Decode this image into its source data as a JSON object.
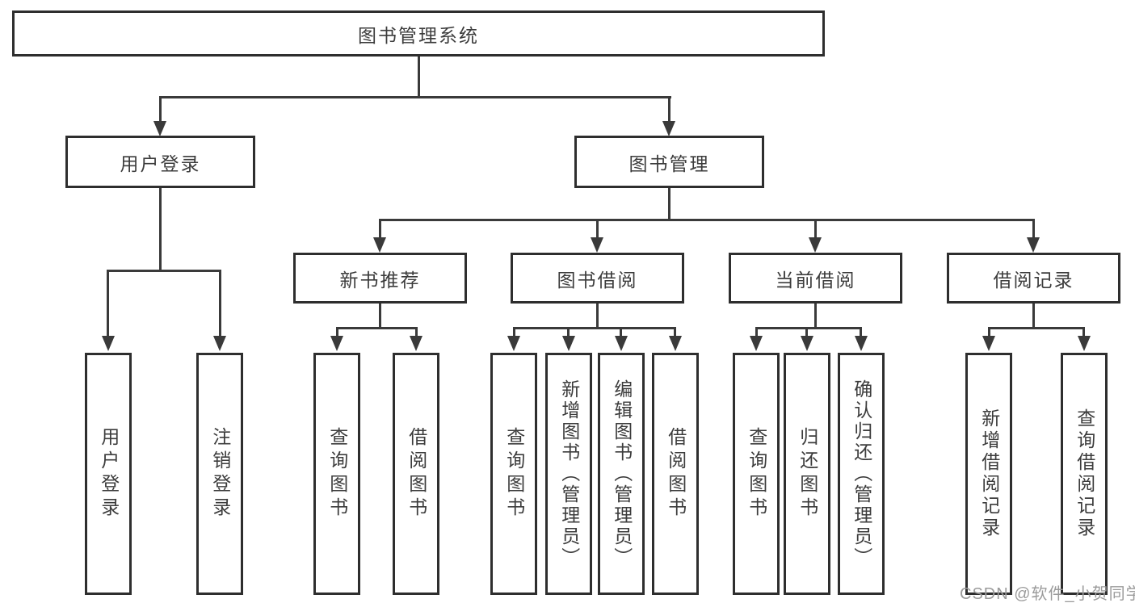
{
  "tree": {
    "label": "图书管理系统",
    "children": [
      {
        "label": "用户登录",
        "children": [
          {
            "label": "用户登录"
          },
          {
            "label": "注销登录"
          }
        ]
      },
      {
        "label": "图书管理",
        "children": [
          {
            "label": "新书推荐",
            "children": [
              {
                "label": "查询图书"
              },
              {
                "label": "借阅图书"
              }
            ]
          },
          {
            "label": "图书借阅",
            "children": [
              {
                "label": "查询图书"
              },
              {
                "label": "新增图书（管理员）"
              },
              {
                "label": "编辑图书（管理员）"
              },
              {
                "label": "借阅图书"
              }
            ]
          },
          {
            "label": "当前借阅",
            "children": [
              {
                "label": "查询图书"
              },
              {
                "label": "归还图书"
              },
              {
                "label": "确认归还（管理员）"
              }
            ]
          },
          {
            "label": "借阅记录",
            "children": [
              {
                "label": "新增借阅记录"
              },
              {
                "label": "查询借阅记录"
              }
            ]
          }
        ]
      }
    ]
  },
  "watermark": {
    "text": "CSDN @软件_小贺同学"
  },
  "colors": {
    "line": "#3a3a3a",
    "box_border": "#2e2e2e",
    "text": "#3c3c3c",
    "watermark": "#9b9b9b",
    "background": "#ffffff"
  }
}
